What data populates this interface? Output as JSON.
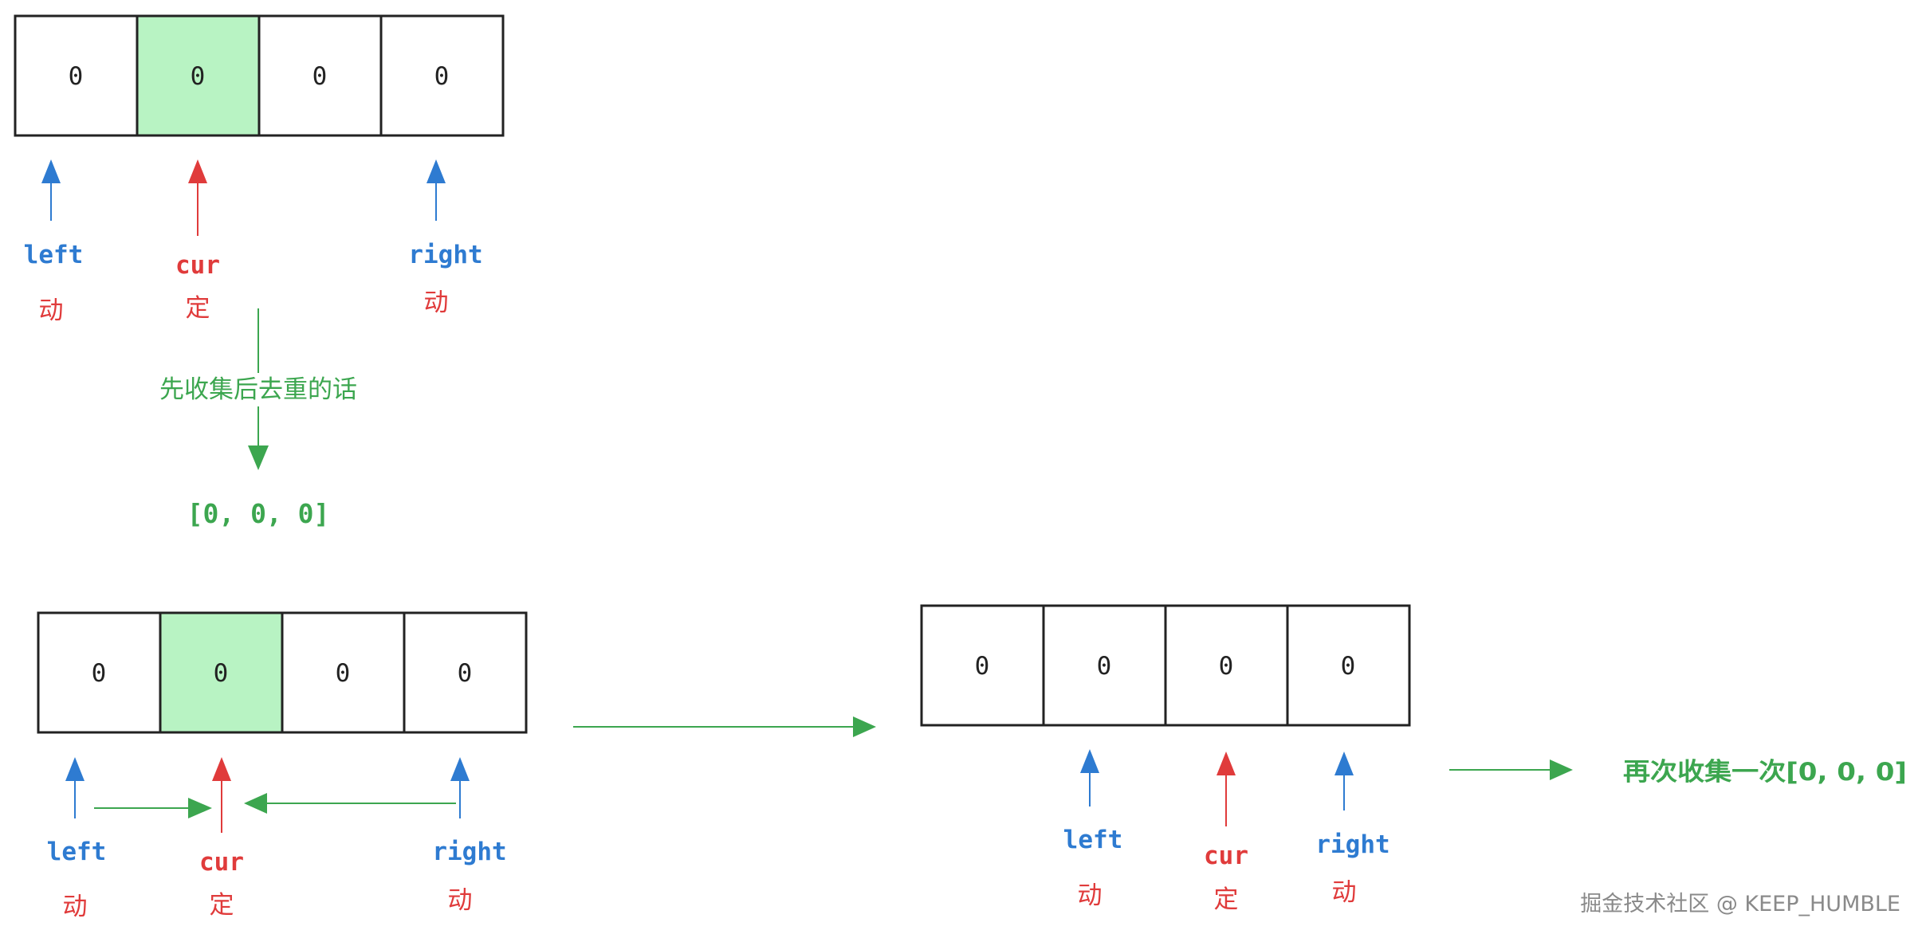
{
  "colors": {
    "blue": "#2e7bd1",
    "red": "#e03b3b",
    "green": "#3ca64f",
    "highlight": "#b8f3c3",
    "border": "#222222"
  },
  "diagrams": {
    "top": {
      "cells": [
        "0",
        "0",
        "0",
        "0"
      ],
      "left": "left",
      "left_note": "动",
      "cur": "cur",
      "cur_note": "定",
      "right": "right",
      "right_note": "动"
    },
    "dedupe_note": "先收集后去重的话",
    "dedupe_result": "[0, 0, 0]",
    "bottom_left": {
      "cells": [
        "0",
        "0",
        "0",
        "0"
      ],
      "left": "left",
      "left_note": "动",
      "cur": "cur",
      "cur_note": "定",
      "right": "right",
      "right_note": "动"
    },
    "bottom_right": {
      "cells": [
        "0",
        "0",
        "0",
        "0"
      ],
      "left": "left",
      "left_note": "动",
      "cur": "cur",
      "cur_note": "定",
      "right": "right",
      "right_note": "动"
    },
    "collect_again": "再次收集一次[0, 0, 0]"
  },
  "watermark": "掘金技术社区 @ KEEP_HUMBLE"
}
